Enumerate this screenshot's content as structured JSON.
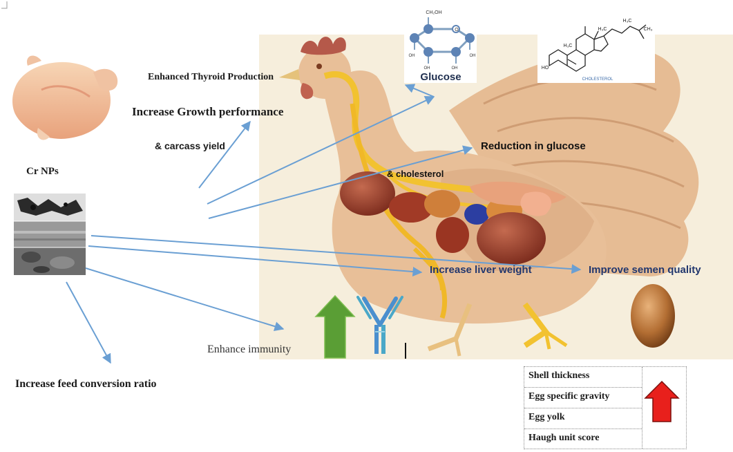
{
  "labels": {
    "cr_nps": "Cr NPs",
    "thyroid": "Enhanced Thyroid Production",
    "growth": "Increase Growth performance",
    "carcass": "& carcass yield",
    "glucose_mol": "Glucose",
    "cholesterol_mol": "CHOLESTEROL",
    "reduction": "Reduction in glucose",
    "reduction_cont": "& cholesterol",
    "liver": "Increase liver weight",
    "semen": "Improve semen quality",
    "immunity": "Enhance immunity",
    "feed": "Increase feed conversion ratio"
  },
  "egg_table": {
    "rows": [
      "Shell thickness",
      "Egg specific gravity",
      "Egg yolk",
      "Haugh unit score"
    ]
  },
  "molecule_text": {
    "glucose_top": "CH₂OH",
    "glucose_o": "O",
    "oh": "OH",
    "chol_ho": "HO",
    "chol_h3c": "H₃C",
    "chol_ch3": "CH₃"
  },
  "colors": {
    "arrow": "#6a9fd3",
    "text_navy": "#22376e",
    "up_arrow_green": "#5a9e35",
    "up_arrow_red": "#e8201c",
    "chicken_body": "#e8bf98",
    "background_panel": "#f6eedc"
  }
}
